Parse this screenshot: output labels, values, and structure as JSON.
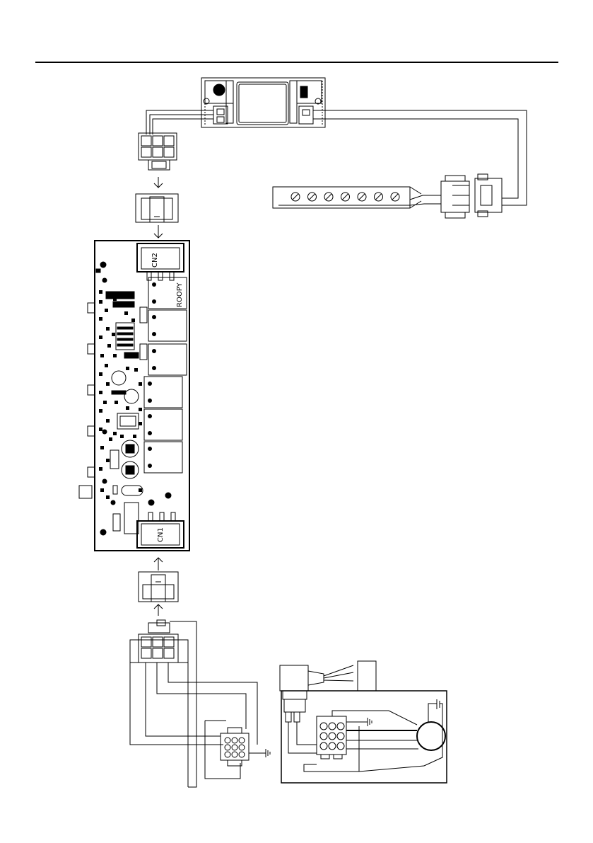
{
  "diagram": {
    "labels": {
      "cn2": "CN2",
      "cn1": "CN1",
      "board_mark": "ROOPY"
    },
    "board": {
      "relay_count": 6,
      "side_button_count": 5,
      "terminal_pins": 3
    },
    "terminal_strip": {
      "screw_count": 7
    },
    "colors": {
      "line": "#000000",
      "fill_dark": "#000000",
      "background": "#ffffff"
    }
  }
}
